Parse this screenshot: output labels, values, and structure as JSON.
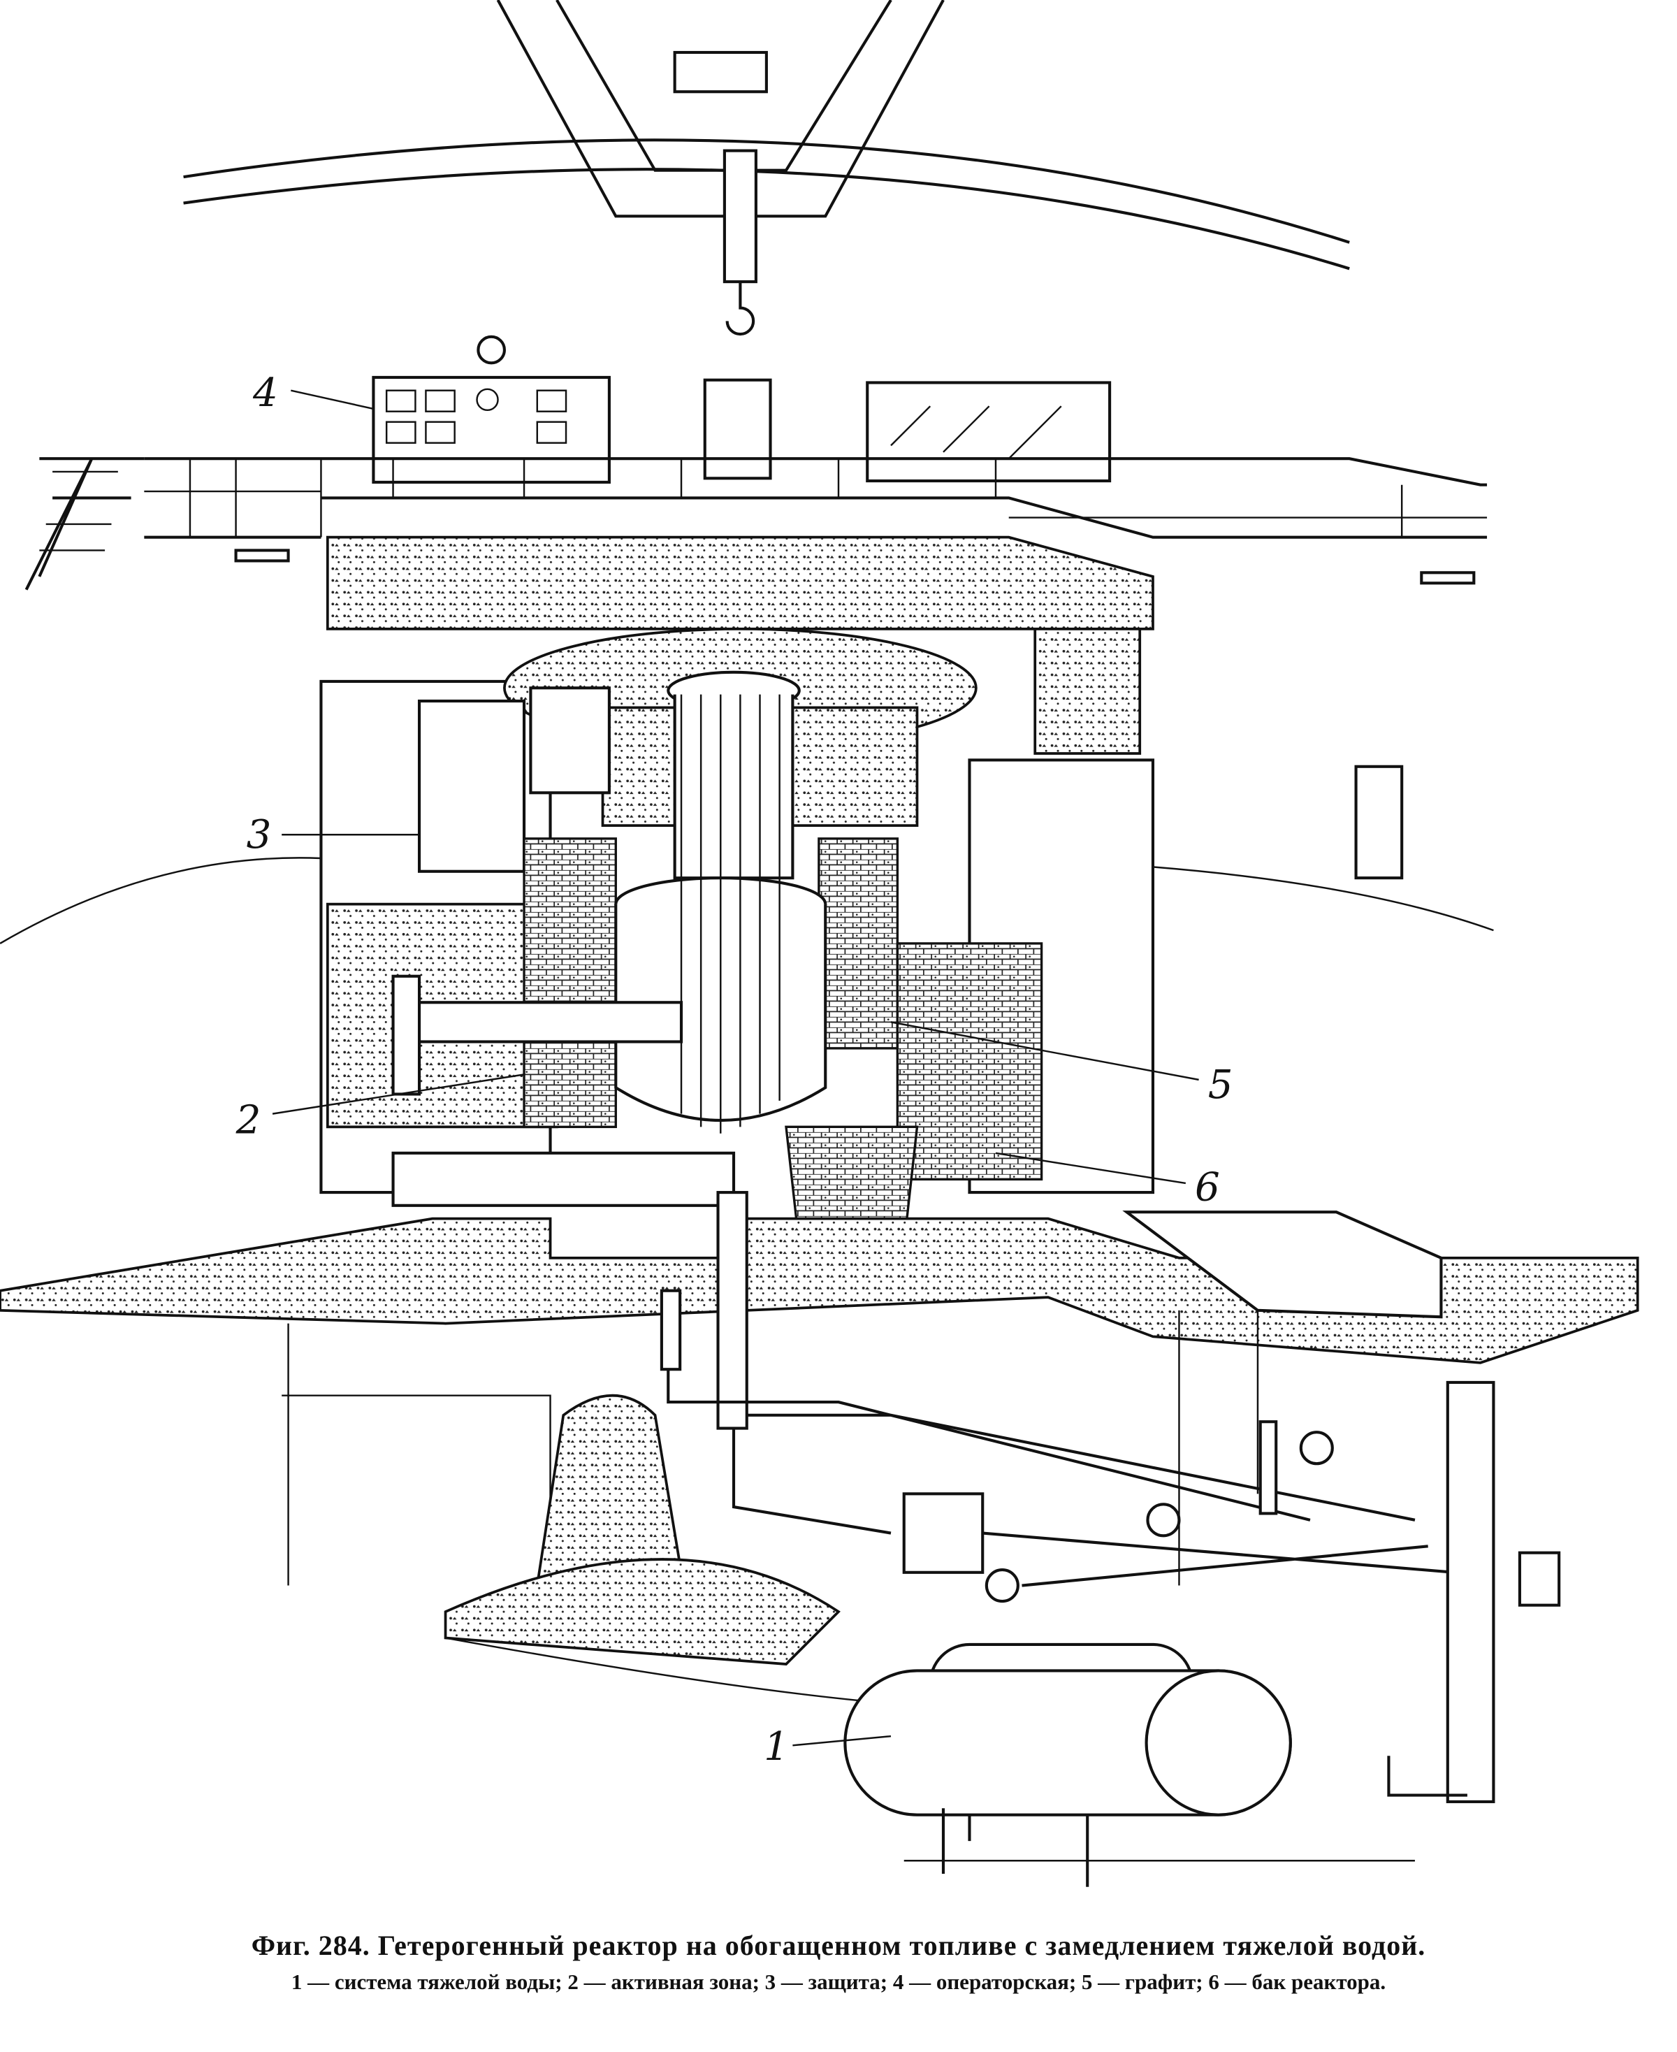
{
  "figure": {
    "labels": {
      "l1": "1",
      "l2": "2",
      "l3": "3",
      "l4": "4",
      "l5": "5",
      "l6": "6"
    },
    "caption_title": "Фиг. 284. Гетерогенный реактор на обогащенном топливе с замедлением тяжелой водой.",
    "caption_legend": "1 — система тяжелой воды; 2 — активная зона; 3 — защита; 4 — операторская; 5 — графит; 6 — бак реактора."
  }
}
